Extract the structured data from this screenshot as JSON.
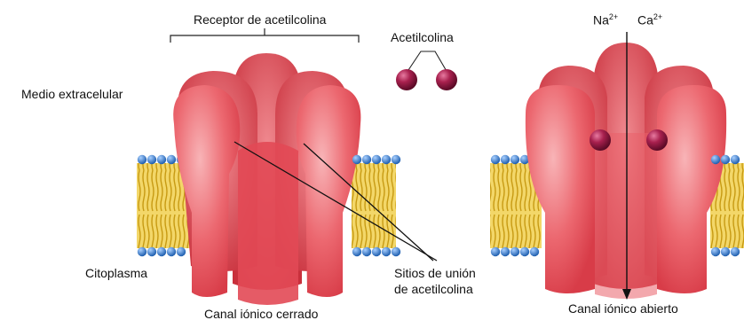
{
  "labels": {
    "receptor": "Receptor de acetilcolina",
    "acetylcholine": "Acetilcolina",
    "extracellular": "Medio extracelular",
    "cytoplasm": "Citoplasma",
    "binding_sites_line1": "Sitios de unión",
    "binding_sites_line2": "de acetilcolina",
    "closed_channel": "Canal iónico cerrado",
    "open_channel": "Canal iónico abierto"
  },
  "ions": {
    "sodium": {
      "symbol": "Na",
      "charge": "2+"
    },
    "calcium": {
      "symbol": "Ca",
      "charge": "2+"
    }
  },
  "colors": {
    "protein": "#e8505a",
    "protein_light": "#f6a3a6",
    "lipid_head": "#2f78c8",
    "lipid_tail": "#e8c43a",
    "ligand": "#9c1f4a"
  }
}
